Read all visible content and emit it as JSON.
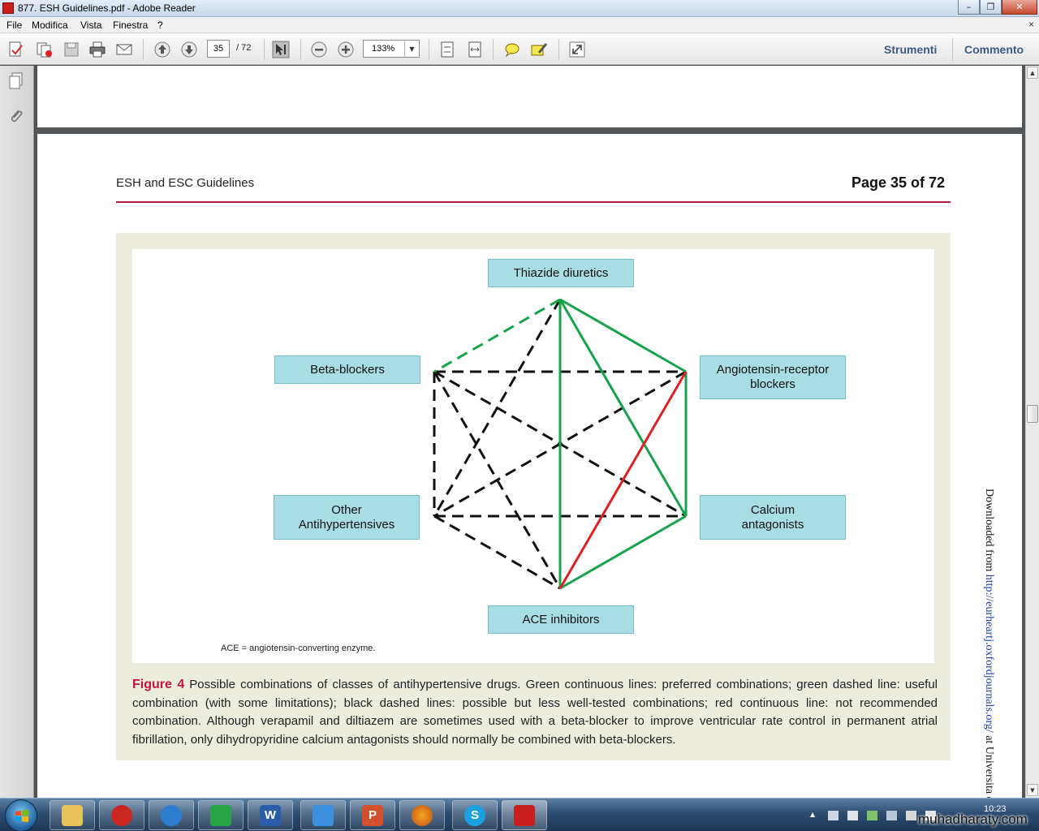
{
  "window": {
    "title": "877. ESH Guidelines.pdf - Adobe Reader",
    "buttons": {
      "minimize": "–",
      "restore": "❐",
      "close": "✕"
    }
  },
  "menu": {
    "items": [
      "File",
      "Modifica",
      "Vista",
      "Finestra",
      "?"
    ],
    "close_glyph": "×"
  },
  "toolbar": {
    "current_page": "35",
    "total_pages": "/ 72",
    "zoom": "133%",
    "tools_label": "Strumenti",
    "comment_label": "Commento"
  },
  "document": {
    "header_left": "ESH and ESC Guidelines",
    "header_right": "Page 35 of 72",
    "figure": {
      "boxes": {
        "thiazide": "Thiazide diuretics",
        "beta": "Beta-blockers",
        "arb": "Angiotensin-receptor blockers",
        "other": "Other Antihypertensives",
        "calcium": "Calcium antagonists",
        "ace": "ACE inhibitors"
      },
      "footnote": "ACE = angiotensin-converting enzyme.",
      "caption_label": "Figure 4",
      "caption_text": "Possible combinations of classes of antihypertensive drugs. Green continuous lines: preferred combinations; green dashed line: useful combination (with some limitations); black dashed lines: possible but less well-tested combinations; red continuous line: not recommended combination. Although verapamil and diltiazem are sometimes used with a beta-blocker to improve ventricular rate control in permanent atrial fibrillation, only dihydropyridine calcium antagonists should normally be combined with beta-blockers."
    },
    "side_text_prefix": "Downloaded from ",
    "side_text_link": "http://eurheartj.oxfordjournals.org/",
    "side_text_suffix": " at Universita deg",
    "colors": {
      "accent": "#c5143c",
      "green_line": "#16a34a",
      "red_line": "#e02020",
      "box_fill": "#a9dde5"
    }
  },
  "taskbar": {
    "word_letter": "W",
    "powerpoint_letter": "P",
    "skype_letter": "S",
    "clock": "10:23"
  },
  "watermark": "muhadharaty.com"
}
